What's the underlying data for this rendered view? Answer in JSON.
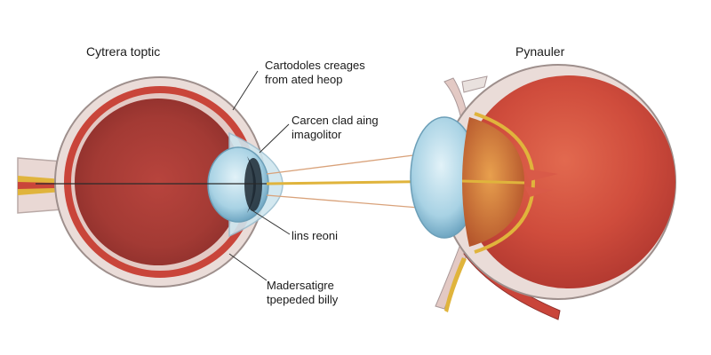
{
  "diagram": {
    "left_title": "Cytrera toptic",
    "right_title": "Pynauler",
    "labels": {
      "top": [
        "Cartodoles creages",
        "from ated heop"
      ],
      "middle": [
        "Carcen clad aing",
        "imagolitor"
      ],
      "lens": "lins reoni",
      "bottom": [
        "Madersatigre",
        "tpepeded billy"
      ]
    }
  },
  "colors": {
    "eye_red": "#c9453a",
    "eye_dark_red": "#a83a33",
    "sclera_outer": "#e8d6d2",
    "lens_blue": "#9ccce0",
    "iris_orange": "#d07a3a",
    "nerve_yellow": "#e0b43c",
    "ray_line": "#d9a27a"
  }
}
